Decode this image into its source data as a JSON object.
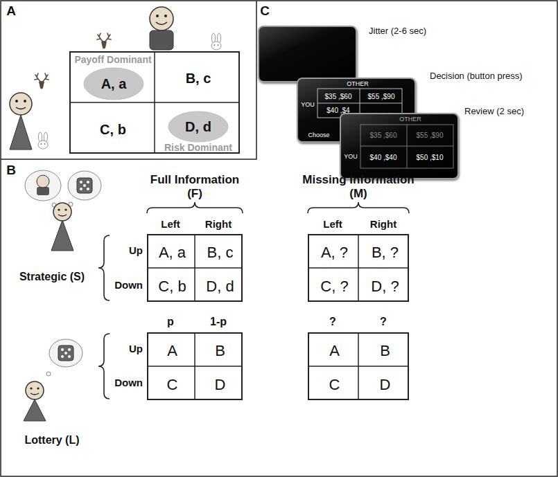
{
  "diagram": {
    "nodes": [
      {
        "text": [
          "Payoff Dominant",
          "B, c",
          "C, b",
          "Risk Dominant"
        ]
      },
      {
        "text": [
          "A, a"
        ],
        "in": 0
      },
      {
        "text": [
          "D, d"
        ],
        "in": 0
      },
      {
        "text": [
          "Jitter (2-6 sec)"
        ]
      },
      {
        "text": [
          "OTHER",
          "YOU",
          "$35 ,$60",
          "$55 ,$90",
          "$40 ,$4",
          "Choose",
          "Decision (button press)"
        ]
      },
      {
        "text": [
          "OTHER",
          "YOU",
          "$35 ,$60",
          "$55 ,$90",
          "$40 ,$40",
          "$50 ,$10",
          "Review (2 sec)"
        ]
      },
      {
        "text": [
          "A, a",
          "B, c",
          "C, b",
          "D, d"
        ]
      },
      {
        "text": [
          "A, ?",
          "B, ?",
          "C, ?",
          "D, ?"
        ]
      },
      {
        "text": [
          "A",
          "B",
          "C",
          "D"
        ]
      },
      {
        "text": [
          "A",
          "B",
          "C",
          "D"
        ]
      }
    ],
    "edges": [],
    "labels": [
      "A",
      "C",
      "B",
      "Full Information (F)",
      "Missing Information (M)",
      "Left",
      "Right",
      "Left",
      "Right",
      "Strategic (S)",
      "Up",
      "Down",
      "p",
      "1-p",
      "?",
      "?",
      "Lottery (L)",
      "Up",
      "Down"
    ]
  }
}
